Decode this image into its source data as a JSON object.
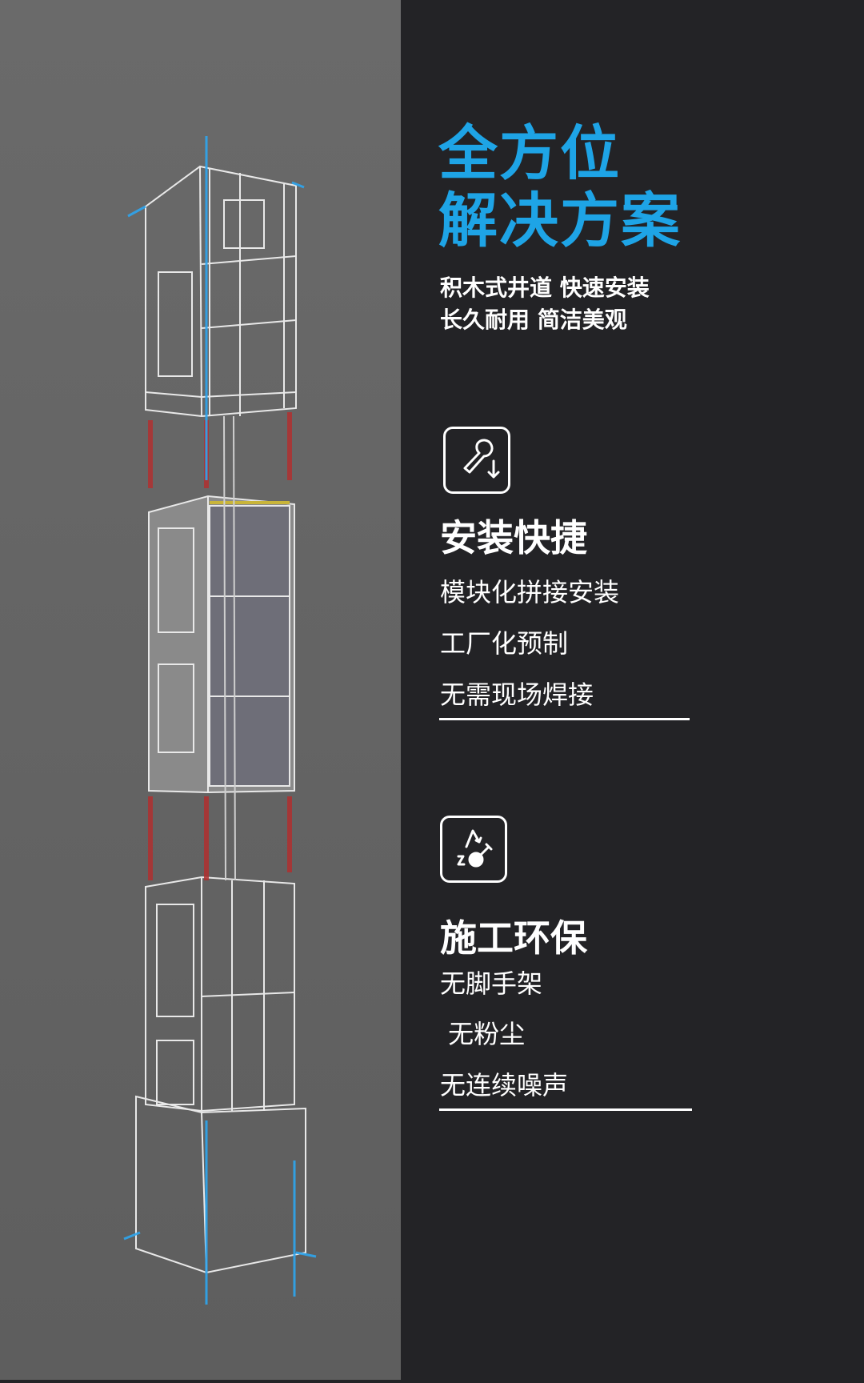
{
  "title": {
    "line1": "全方位",
    "line2": "解决方案"
  },
  "subtitle": {
    "line1": "积木式井道  快速安装",
    "line2": "长久耐用  简洁美观"
  },
  "features": [
    {
      "icon": "wrench-install-icon",
      "heading": "安装快捷",
      "items": [
        "模块化拼接安装",
        "工厂化预制",
        "无需现场焊接"
      ]
    },
    {
      "icon": "eco-shovel-icon",
      "heading": "施工环保",
      "items": [
        "无脚手架",
        " 无粉尘",
        "无连续噪声"
      ]
    }
  ],
  "colors": {
    "accent": "#1ea4e6",
    "left_bg": "#666666",
    "right_bg": "#232326",
    "red_guides": "#b03030"
  }
}
